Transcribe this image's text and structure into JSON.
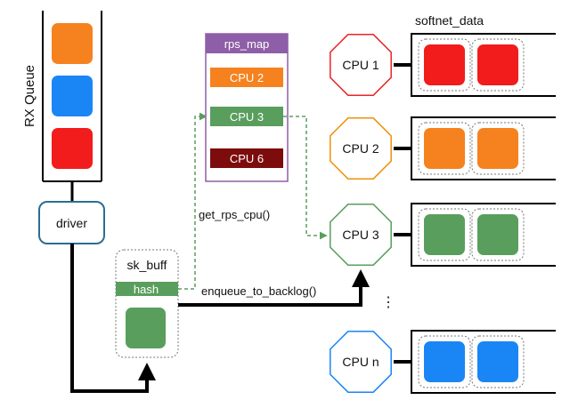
{
  "rx_queue": {
    "label": "RX Queue",
    "packets": [
      {
        "color": "#f5821f"
      },
      {
        "color": "#1a86f5"
      },
      {
        "color": "#f21c1c"
      }
    ]
  },
  "driver": {
    "label": "driver",
    "border_color": "#2c6e8f"
  },
  "sk_buff": {
    "label": "sk_buff",
    "hash_label": "hash",
    "hash_color": "#5a9e5d",
    "packet_color": "#5a9e5d"
  },
  "rps_map": {
    "title": "rps_map",
    "title_color": "#8e5ea8",
    "entries": [
      {
        "label": "CPU 2",
        "color": "#f5821f"
      },
      {
        "label": "CPU 3",
        "color": "#5a9e5d"
      },
      {
        "label": "CPU 6",
        "color": "#7d0d0d"
      }
    ]
  },
  "calls": {
    "get_rps_cpu": "get_rps_cpu()",
    "enqueue_to_backlog": "enqueue_to_backlog()"
  },
  "softnet_data": {
    "label": "softnet_data"
  },
  "cpus": [
    {
      "label": "CPU 1",
      "color": "#e8262a",
      "packet_color": "#f21c1c"
    },
    {
      "label": "CPU 2",
      "color": "#f0900e",
      "packet_color": "#f5821f"
    },
    {
      "label": "CPU 3",
      "color": "#5a9e5d",
      "packet_color": "#5a9e5d"
    },
    {
      "label": "CPU n",
      "color": "#1a86f5",
      "packet_color": "#1a86f5"
    }
  ],
  "ellipsis": "⋮"
}
